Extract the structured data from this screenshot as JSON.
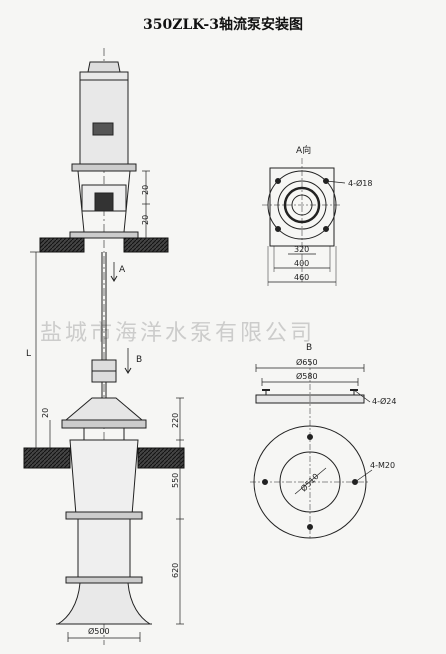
{
  "title": "350ZLK-3轴流泵安装图",
  "watermark": "盐城市海洋水泵有限公司",
  "labels": {
    "view_a_direction": "A向",
    "section_a": "A",
    "section_b": "B",
    "view_b": "B",
    "length_l": "L"
  },
  "dimensions": {
    "motor_gap_1": "20",
    "motor_gap_2": "20",
    "lower_gap": "20",
    "bracket_height": "220",
    "pump_height": "550",
    "bell_height": "620",
    "bottom_diameter": "Ø500",
    "a_bolts": "4-Ø18",
    "a_width_1": "320",
    "a_width_2": "400",
    "a_width_3": "460",
    "b_outer_diameter": "Ø650",
    "b_inner_diameter": "Ø580",
    "b_bolts": "4-Ø24",
    "b_bore": "Ø510",
    "b_thread": "4-M20"
  }
}
